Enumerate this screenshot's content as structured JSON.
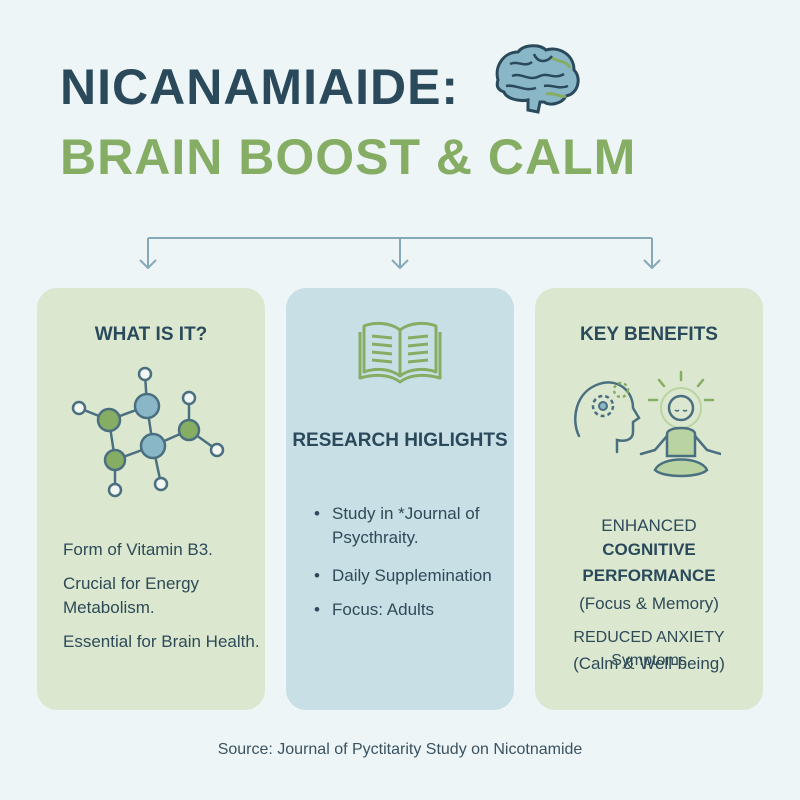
{
  "header": {
    "title_line1": "NICANAMIAIDE:",
    "title_line2": "BRAIN BOOST & CALM",
    "icon": "brain-icon"
  },
  "colors": {
    "title_dark": "#2a4a5c",
    "title_green": "#86ad64",
    "card_green": "#dbe8cf",
    "card_blue": "#c9dfe6",
    "background": "#eef5f7"
  },
  "cards": [
    {
      "title": "WHAT IS IT?",
      "icon": "molecule-icon",
      "lines": [
        "Form of Vitamin B3.",
        "Crucial for Energy",
        "Metabolism.",
        "Essential for Brain Health."
      ]
    },
    {
      "title": "RESEARCH HIGLIGHTS",
      "icon": "open-book-icon",
      "bullets": [
        [
          "Study in *Journal of",
          "Psycthraity."
        ],
        [
          "Daily Supplemination"
        ],
        [
          "Focus: Adults"
        ]
      ]
    },
    {
      "title": "KEY BENEFITS",
      "icon": "meditation-icon",
      "benefit1": [
        "ENHANCED",
        "COGNITIVE",
        "PERFORMANCE"
      ],
      "benefit1_note": "(Focus & Memory)",
      "benefit2": "REDUCED ANXIETY Symptoms",
      "benefit2_note": "(Calm & Well-being)"
    }
  ],
  "footer": {
    "source": "Source: Journal of Pyctitarity Study on Nicotnamide"
  }
}
